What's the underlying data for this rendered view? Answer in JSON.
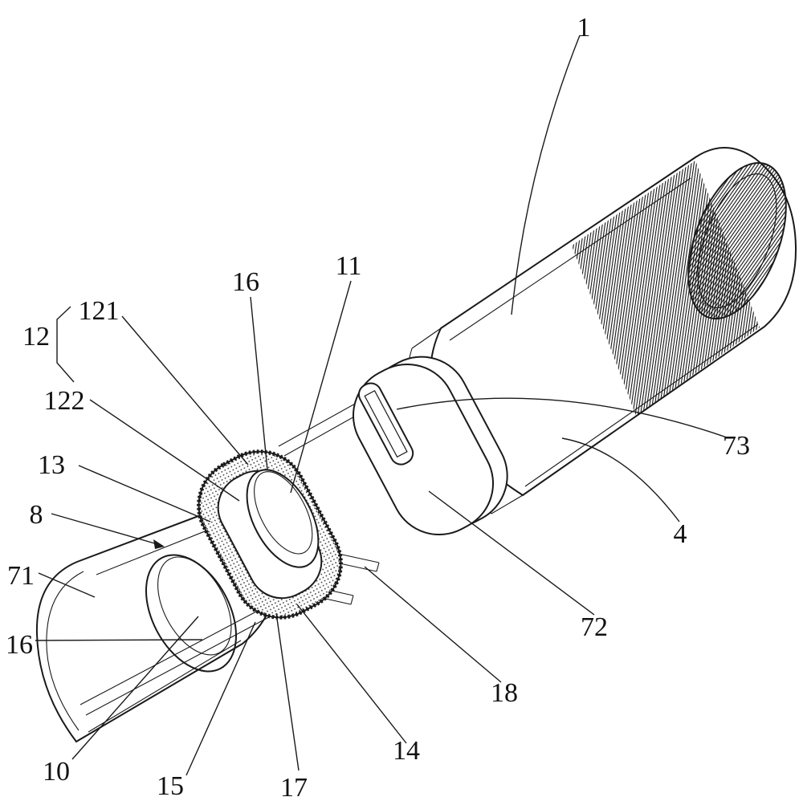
{
  "figure": {
    "background_color": "#ffffff",
    "line_color": "#1a1a1a",
    "hatch_color": "#111111"
  },
  "labels": {
    "ref_1": "1",
    "ref_11": "11",
    "ref_16_top": "16",
    "ref_121": "121",
    "ref_12": "12",
    "ref_122": "122",
    "ref_13": "13",
    "ref_8": "8",
    "ref_71": "71",
    "ref_16_left": "16",
    "ref_10": "10",
    "ref_15": "15",
    "ref_17": "17",
    "ref_14": "14",
    "ref_18": "18",
    "ref_72": "72",
    "ref_4": "4",
    "ref_73": "73"
  }
}
